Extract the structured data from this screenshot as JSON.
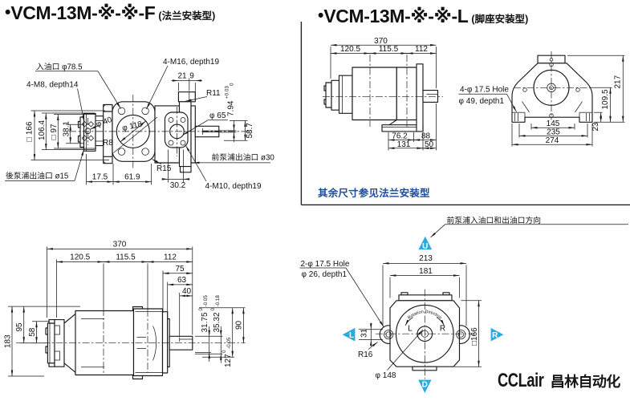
{
  "colors": {
    "ink": "#1a1a1a",
    "cyan": "#29abe2",
    "blue": "#1c4ba0"
  },
  "titles": {
    "flange": {
      "bullet": "•",
      "model": "VCM-13M-※-※-F",
      "type": "(法兰安装型)"
    },
    "foot": {
      "bullet": "•",
      "model": "VCM-13M-※-※-L",
      "type": "(脚座安装型)"
    }
  },
  "note": "其余尺寸参见法兰安装型",
  "logo": {
    "latin": "CCLair",
    "cjk": "昌林自动化"
  },
  "flange_side_view": {
    "labels": {
      "inlet_port": "入油口 φ78.5",
      "rear_bolts": "4-M8, depth14",
      "flange_bolts": "4-M16, depth19",
      "front_bolts": "4-M10, depth19",
      "front_outlet": "前泵浦出油口 ø30",
      "rear_outlet": "後泵浦出油口 ø15",
      "fillet_r11": "R11",
      "fillet_r15": "R15",
      "fillet_r8": "R8",
      "spigot_dia": "φ 40",
      "bore_dia": "φ 118",
      "pilot_dia": "φ 65"
    },
    "dims": {
      "d21": "21",
      "d9": "9",
      "key": {
        "value": "7.94",
        "tol_upper": "+0.03",
        "tol_lower": "0"
      },
      "d587": "58.7",
      "d302": "30.2",
      "d619": "61.9",
      "d175": "17.5",
      "d381": "38.1",
      "d97": "□ 97",
      "d1064": "106.4",
      "d166": "□ 166"
    }
  },
  "foot_side_view": {
    "dims": {
      "total": "370",
      "seg1": "120.5",
      "seg2": "115.5",
      "seg3": "112",
      "f1": "76.2",
      "f2": "88",
      "f3": "131",
      "f4": "50"
    }
  },
  "foot_front_view": {
    "labels": {
      "holes": "4-φ 17.5 Hole",
      "spigot": "φ 49, depth1"
    },
    "dims": {
      "height": "217",
      "h1": "109.5",
      "foot_h": "23",
      "b1": "145",
      "b2": "235",
      "b3": "274"
    }
  },
  "bottom_side_view": {
    "dims": {
      "total": "370",
      "seg1": "120.5",
      "seg2": "115.5",
      "seg3": "112",
      "d75": "75",
      "d63": "63",
      "d40": "40",
      "h183": "183",
      "h95": "95",
      "h58": "58",
      "key_flat": {
        "value": "31.75",
        "tol_upper": "0",
        "tol_lower": "-0.05"
      },
      "shaft_dia": {
        "value": "35.32",
        "tol_upper": "0",
        "tol_lower": "-0.18"
      },
      "pilot_dia": {
        "value": "127",
        "tol_upper": "0",
        "tol_lower": "-0.05"
      },
      "d90": "90"
    }
  },
  "front_face_view": {
    "caption": "前泵浦入油口和出油口方向",
    "labels": {
      "holes": "2-φ 17.5 Hole",
      "counterbore": "φ 26, depth1",
      "r16": "R16",
      "face_dia": "φ 148",
      "rot_l": "L",
      "rot_r": "R",
      "rotation": "Rotation Direction"
    },
    "dims": {
      "w213": "213",
      "w181": "181",
      "d31": "31",
      "sq166": "□166"
    },
    "arrows": {
      "up": "U",
      "left": "L",
      "right": "R",
      "down": "D"
    }
  }
}
